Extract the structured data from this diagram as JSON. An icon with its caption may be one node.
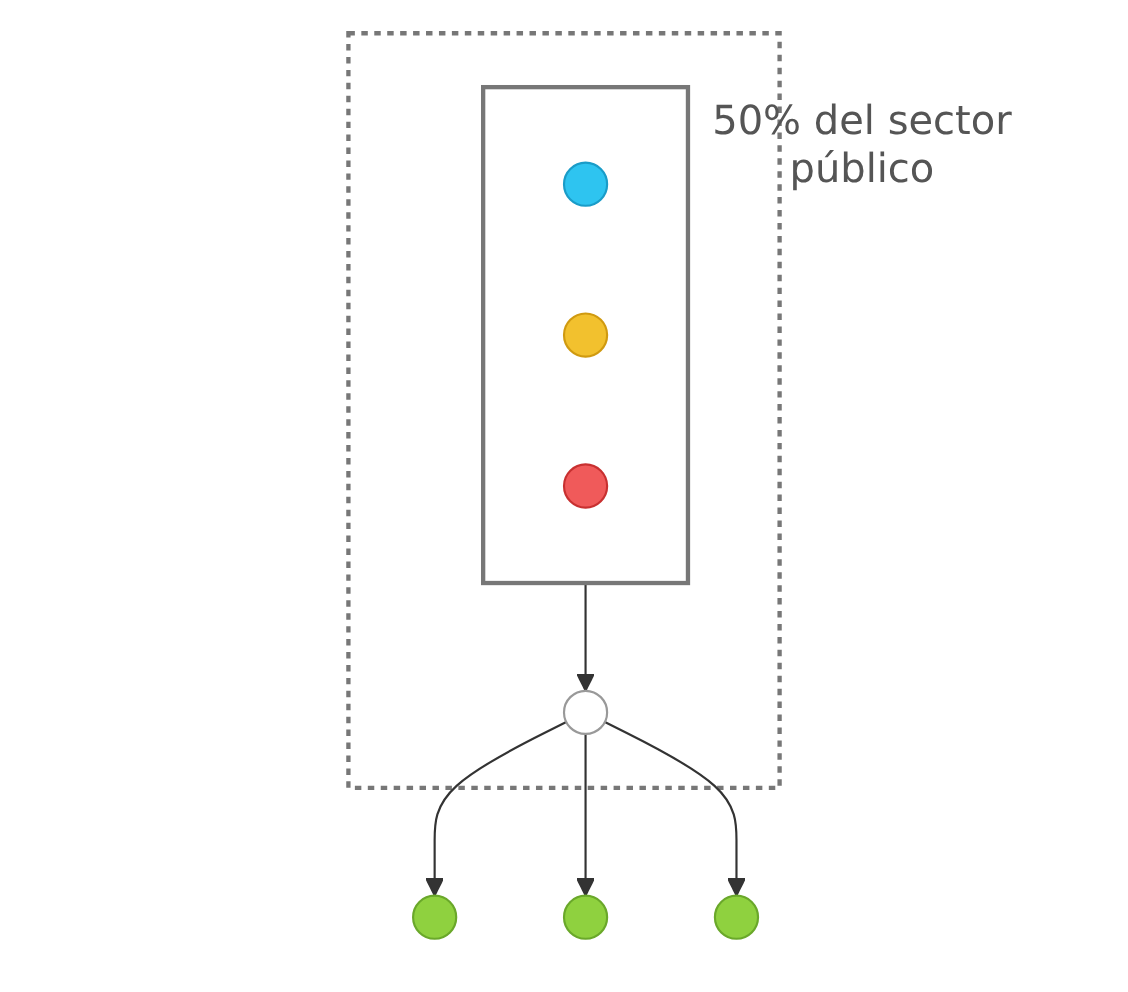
{
  "diagram": {
    "nodes": [
      {
        "text": [],
        "shape": "box"
      },
      {
        "text": [],
        "shape": "box",
        "in": 0,
        "beside": [
          "50% del sector público"
        ]
      },
      {
        "text": [],
        "shape": "circle",
        "in": 1
      },
      {
        "text": [],
        "shape": "circle",
        "in": 1
      },
      {
        "text": [],
        "shape": "circle",
        "in": 1
      },
      {
        "text": [],
        "shape": "circle",
        "in": 0
      },
      {
        "text": [],
        "shape": "circle"
      },
      {
        "text": [],
        "shape": "circle"
      },
      {
        "text": [],
        "shape": "circle"
      }
    ],
    "edges": [
      {
        "from": 1,
        "to": 5,
        "arrow": "to"
      },
      {
        "from": 5,
        "to": 6,
        "arrow": "to"
      },
      {
        "from": 5,
        "to": 7,
        "arrow": "to"
      },
      {
        "from": 5,
        "to": 8,
        "arrow": "to"
      }
    ]
  }
}
